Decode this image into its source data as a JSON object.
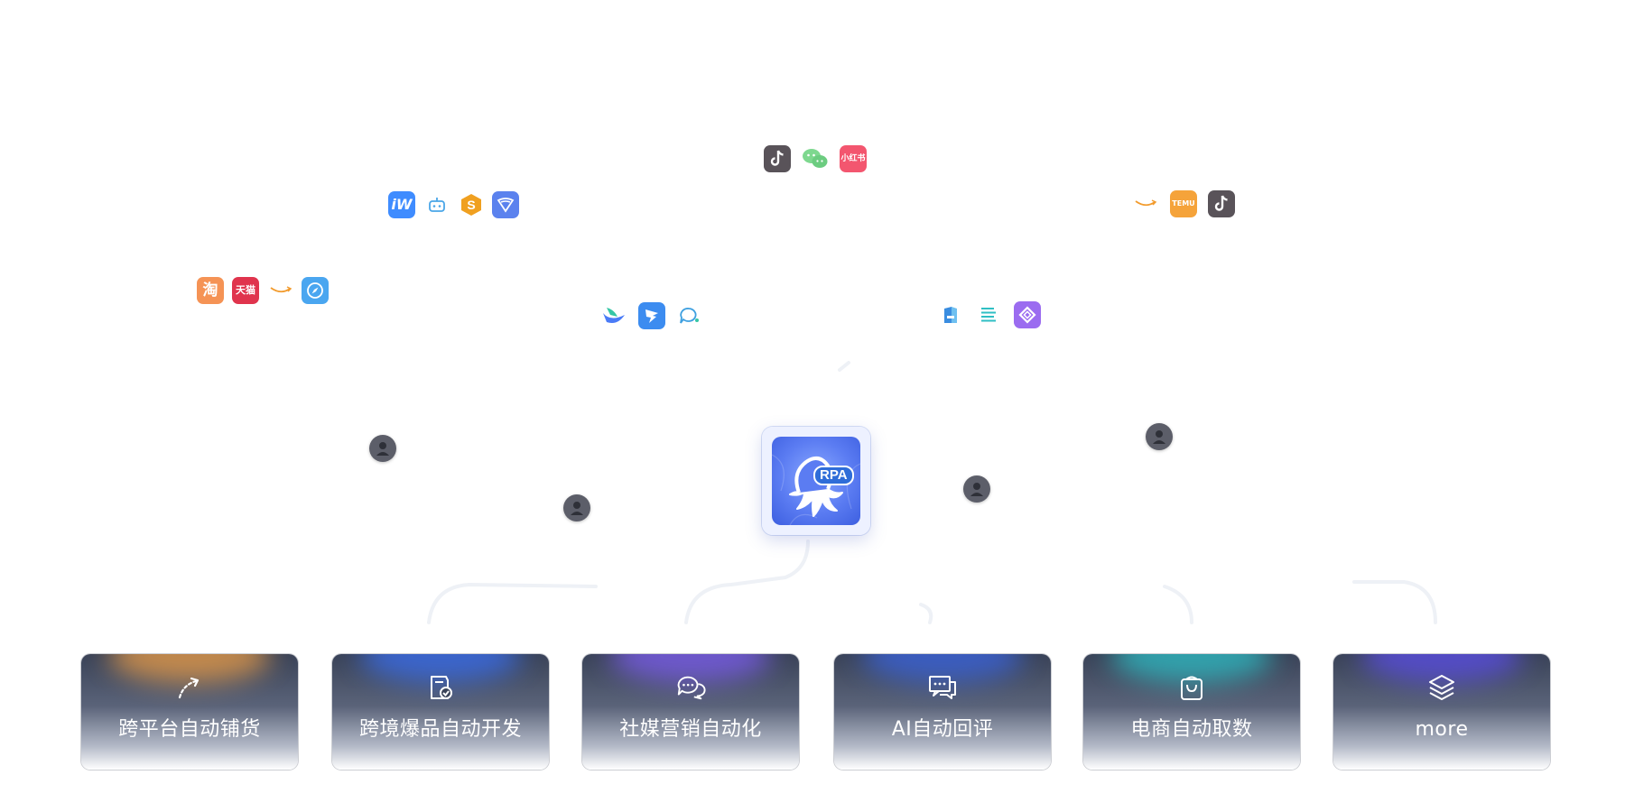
{
  "hub": {
    "badge": "RPA",
    "icon": "octopus-icon"
  },
  "icon_groups": [
    {
      "name": "top-center",
      "icons": [
        {
          "id": "tiktok",
          "icon": "tiktok-icon",
          "color": "#595359"
        },
        {
          "id": "wechat",
          "icon": "wechat-icon",
          "color": "#7ed88f"
        },
        {
          "id": "xiaohongshu",
          "icon": "xiaohongshu-icon",
          "text": "小红书",
          "color": "#f3566f"
        }
      ]
    },
    {
      "name": "top-left",
      "icons": [
        {
          "id": "iw",
          "icon": "iw-icon",
          "text": "iW",
          "color": "#3f8cff"
        },
        {
          "id": "robot",
          "icon": "robot-icon",
          "color": "#4aa6e8"
        },
        {
          "id": "s-app",
          "icon": "s-app-icon",
          "color": "#f0a020"
        },
        {
          "id": "shield-app",
          "icon": "shield-app-icon",
          "color": "#5b82ee"
        }
      ]
    },
    {
      "name": "left",
      "icons": [
        {
          "id": "taobao",
          "icon": "taobao-icon",
          "text": "淘",
          "color": "#f59355"
        },
        {
          "id": "tmall",
          "icon": "tmall-icon",
          "text": "天猫",
          "color": "#e0344d"
        },
        {
          "id": "amazon-1",
          "icon": "amazon-smile-icon",
          "color": "#f29b2d"
        },
        {
          "id": "compass",
          "icon": "compass-icon",
          "color": "#4aa6f0"
        }
      ]
    },
    {
      "name": "center-left",
      "icons": [
        {
          "id": "feishu",
          "icon": "feishu-icon",
          "color": "#4a7bf7"
        },
        {
          "id": "dingtalk",
          "icon": "dingtalk-icon",
          "color": "#3c8cf0"
        },
        {
          "id": "chat-bubble",
          "icon": "chat-bubble-icon",
          "color": "#3ea0e0"
        }
      ]
    },
    {
      "name": "center-right",
      "icons": [
        {
          "id": "fluent-app",
          "icon": "fluent-app-icon",
          "color": "#3a8de0"
        },
        {
          "id": "doc-lines",
          "icon": "doc-lines-icon",
          "color": "#2fbfc4"
        },
        {
          "id": "purple-app",
          "icon": "purple-app-icon",
          "color": "#9b6cf0"
        }
      ]
    },
    {
      "name": "top-right",
      "icons": [
        {
          "id": "amazon-2",
          "icon": "amazon-smile-icon",
          "color": "#f29b2d"
        },
        {
          "id": "temu",
          "icon": "temu-icon",
          "text": "TEMU",
          "color": "#f5a33a"
        },
        {
          "id": "tiktok-2",
          "icon": "tiktok-icon",
          "color": "#595359"
        }
      ]
    }
  ],
  "avatars": [
    "avatar-1",
    "avatar-2",
    "avatar-3",
    "avatar-4"
  ],
  "cards": [
    {
      "label": "跨平台自动铺货",
      "icon": "curved-arrow-icon",
      "glow": "#e39a4a"
    },
    {
      "label": "跨境爆品自动开发",
      "icon": "badge-check-icon",
      "glow": "#3b6de8"
    },
    {
      "label": "社媒营销自动化",
      "icon": "chat-bubbles-icon",
      "glow": "#7a5de8"
    },
    {
      "label": "AI自动回评",
      "icon": "message-dots-icon",
      "glow": "#3b63d8"
    },
    {
      "label": "电商自动取数",
      "icon": "shopping-bag-icon",
      "glow": "#2fb8c0"
    },
    {
      "label": "more",
      "icon": "layers-icon",
      "glow": "#5a4ee0"
    }
  ]
}
